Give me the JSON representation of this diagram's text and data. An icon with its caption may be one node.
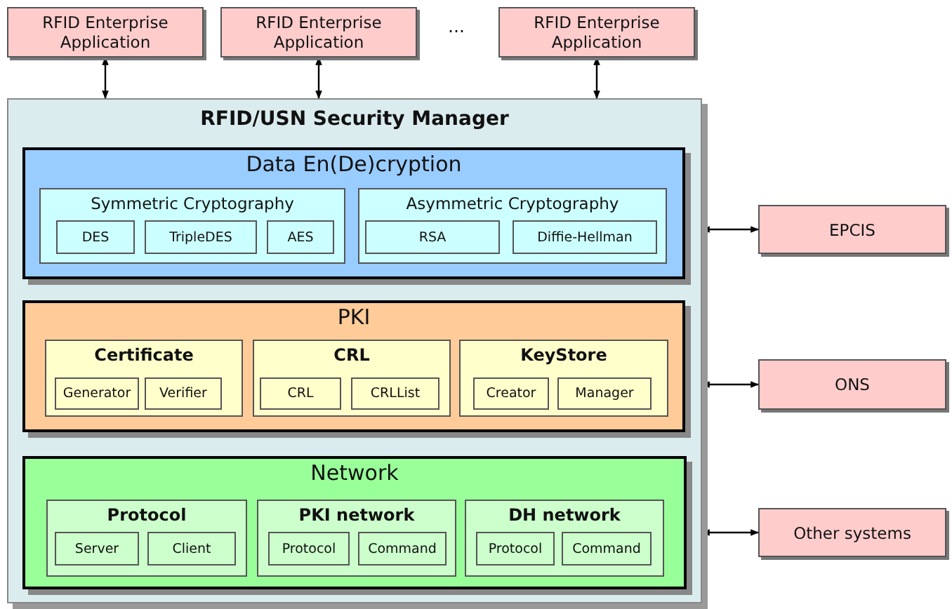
{
  "diagram": {
    "nodes": [
      {
        "text": [
          "RFID Enterprise Application"
        ]
      },
      {
        "text": [
          "RFID Enterprise Application"
        ]
      },
      {
        "text": [
          "RFID Enterprise Application"
        ]
      },
      {
        "text": [
          "RFID/USN Security Manager"
        ]
      },
      {
        "text": [
          "Data En(De)cryption"
        ],
        "in": 3
      },
      {
        "text": [
          "Symmetric Cryptography"
        ],
        "in": 4
      },
      {
        "text": [
          "DES"
        ],
        "in": 5
      },
      {
        "text": [
          "TripleDES"
        ],
        "in": 5
      },
      {
        "text": [
          "AES"
        ],
        "in": 5
      },
      {
        "text": [
          "Asymmetric Cryptography"
        ],
        "in": 4
      },
      {
        "text": [
          "RSA"
        ],
        "in": 9
      },
      {
        "text": [
          "Diffie-Hellman"
        ],
        "in": 9
      },
      {
        "text": [
          "PKI"
        ],
        "in": 3
      },
      {
        "text": [
          "Certificate"
        ],
        "in": 12
      },
      {
        "text": [
          "Generator"
        ],
        "in": 13
      },
      {
        "text": [
          "Verifier"
        ],
        "in": 13
      },
      {
        "text": [
          "CRL"
        ],
        "in": 12
      },
      {
        "text": [
          "CRL"
        ],
        "in": 16
      },
      {
        "text": [
          "CRLList"
        ],
        "in": 16
      },
      {
        "text": [
          "KeyStore"
        ],
        "in": 12
      },
      {
        "text": [
          "Creator"
        ],
        "in": 19
      },
      {
        "text": [
          "Manager"
        ],
        "in": 19
      },
      {
        "text": [
          "Network"
        ],
        "in": 3
      },
      {
        "text": [
          "Protocol"
        ],
        "in": 22
      },
      {
        "text": [
          "Server"
        ],
        "in": 23
      },
      {
        "text": [
          "Client"
        ],
        "in": 23
      },
      {
        "text": [
          "PKI network"
        ],
        "in": 22
      },
      {
        "text": [
          "Protocol"
        ],
        "in": 26
      },
      {
        "text": [
          "Command"
        ],
        "in": 26
      },
      {
        "text": [
          "DH network"
        ],
        "in": 22
      },
      {
        "text": [
          "Protocol"
        ],
        "in": 29
      },
      {
        "text": [
          "Command"
        ],
        "in": 29
      },
      {
        "text": [
          "EPCIS"
        ]
      },
      {
        "text": [
          "ONS"
        ]
      },
      {
        "text": [
          "Other systems"
        ]
      }
    ],
    "edges": [
      {
        "from": 0,
        "to": 3,
        "arrow": "both"
      },
      {
        "from": 1,
        "to": 3,
        "arrow": "both"
      },
      {
        "from": 2,
        "to": 3,
        "arrow": "both"
      },
      {
        "from": 3,
        "to": 32,
        "arrow": "both"
      },
      {
        "from": 3,
        "to": 33,
        "arrow": "both"
      },
      {
        "from": 3,
        "to": 34,
        "arrow": "both"
      }
    ],
    "labels": [
      "…"
    ]
  }
}
